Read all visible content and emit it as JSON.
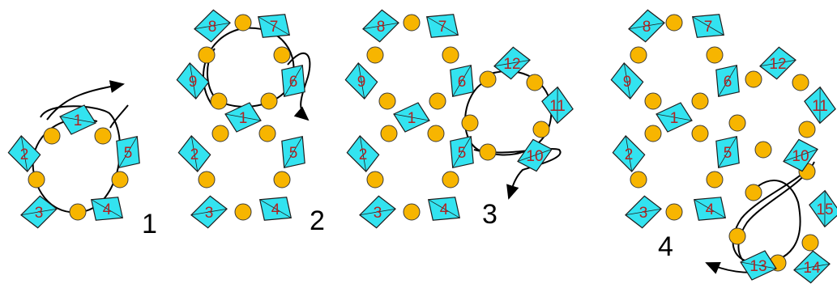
{
  "colors": {
    "bicone": "#33e3f0",
    "bicone_stroke": "#1e1e1e",
    "pearl": "#f7b500",
    "pearl_stroke": "#3a3a3a",
    "thread": "#000000",
    "label": "#b22222"
  },
  "steps": [
    {
      "label": "1",
      "beads": [
        "1",
        "2",
        "3",
        "4",
        "5"
      ]
    },
    {
      "label": "2",
      "beads": [
        "1",
        "2",
        "3",
        "4",
        "5",
        "6",
        "7",
        "8",
        "9"
      ]
    },
    {
      "label": "3",
      "beads": [
        "1",
        "2",
        "3",
        "4",
        "5",
        "6",
        "7",
        "8",
        "9",
        "10",
        "11",
        "12"
      ]
    },
    {
      "label": "4",
      "beads": [
        "1",
        "2",
        "3",
        "4",
        "5",
        "6",
        "7",
        "8",
        "9",
        "10",
        "11",
        "12",
        "13",
        "14",
        "15"
      ]
    }
  ]
}
